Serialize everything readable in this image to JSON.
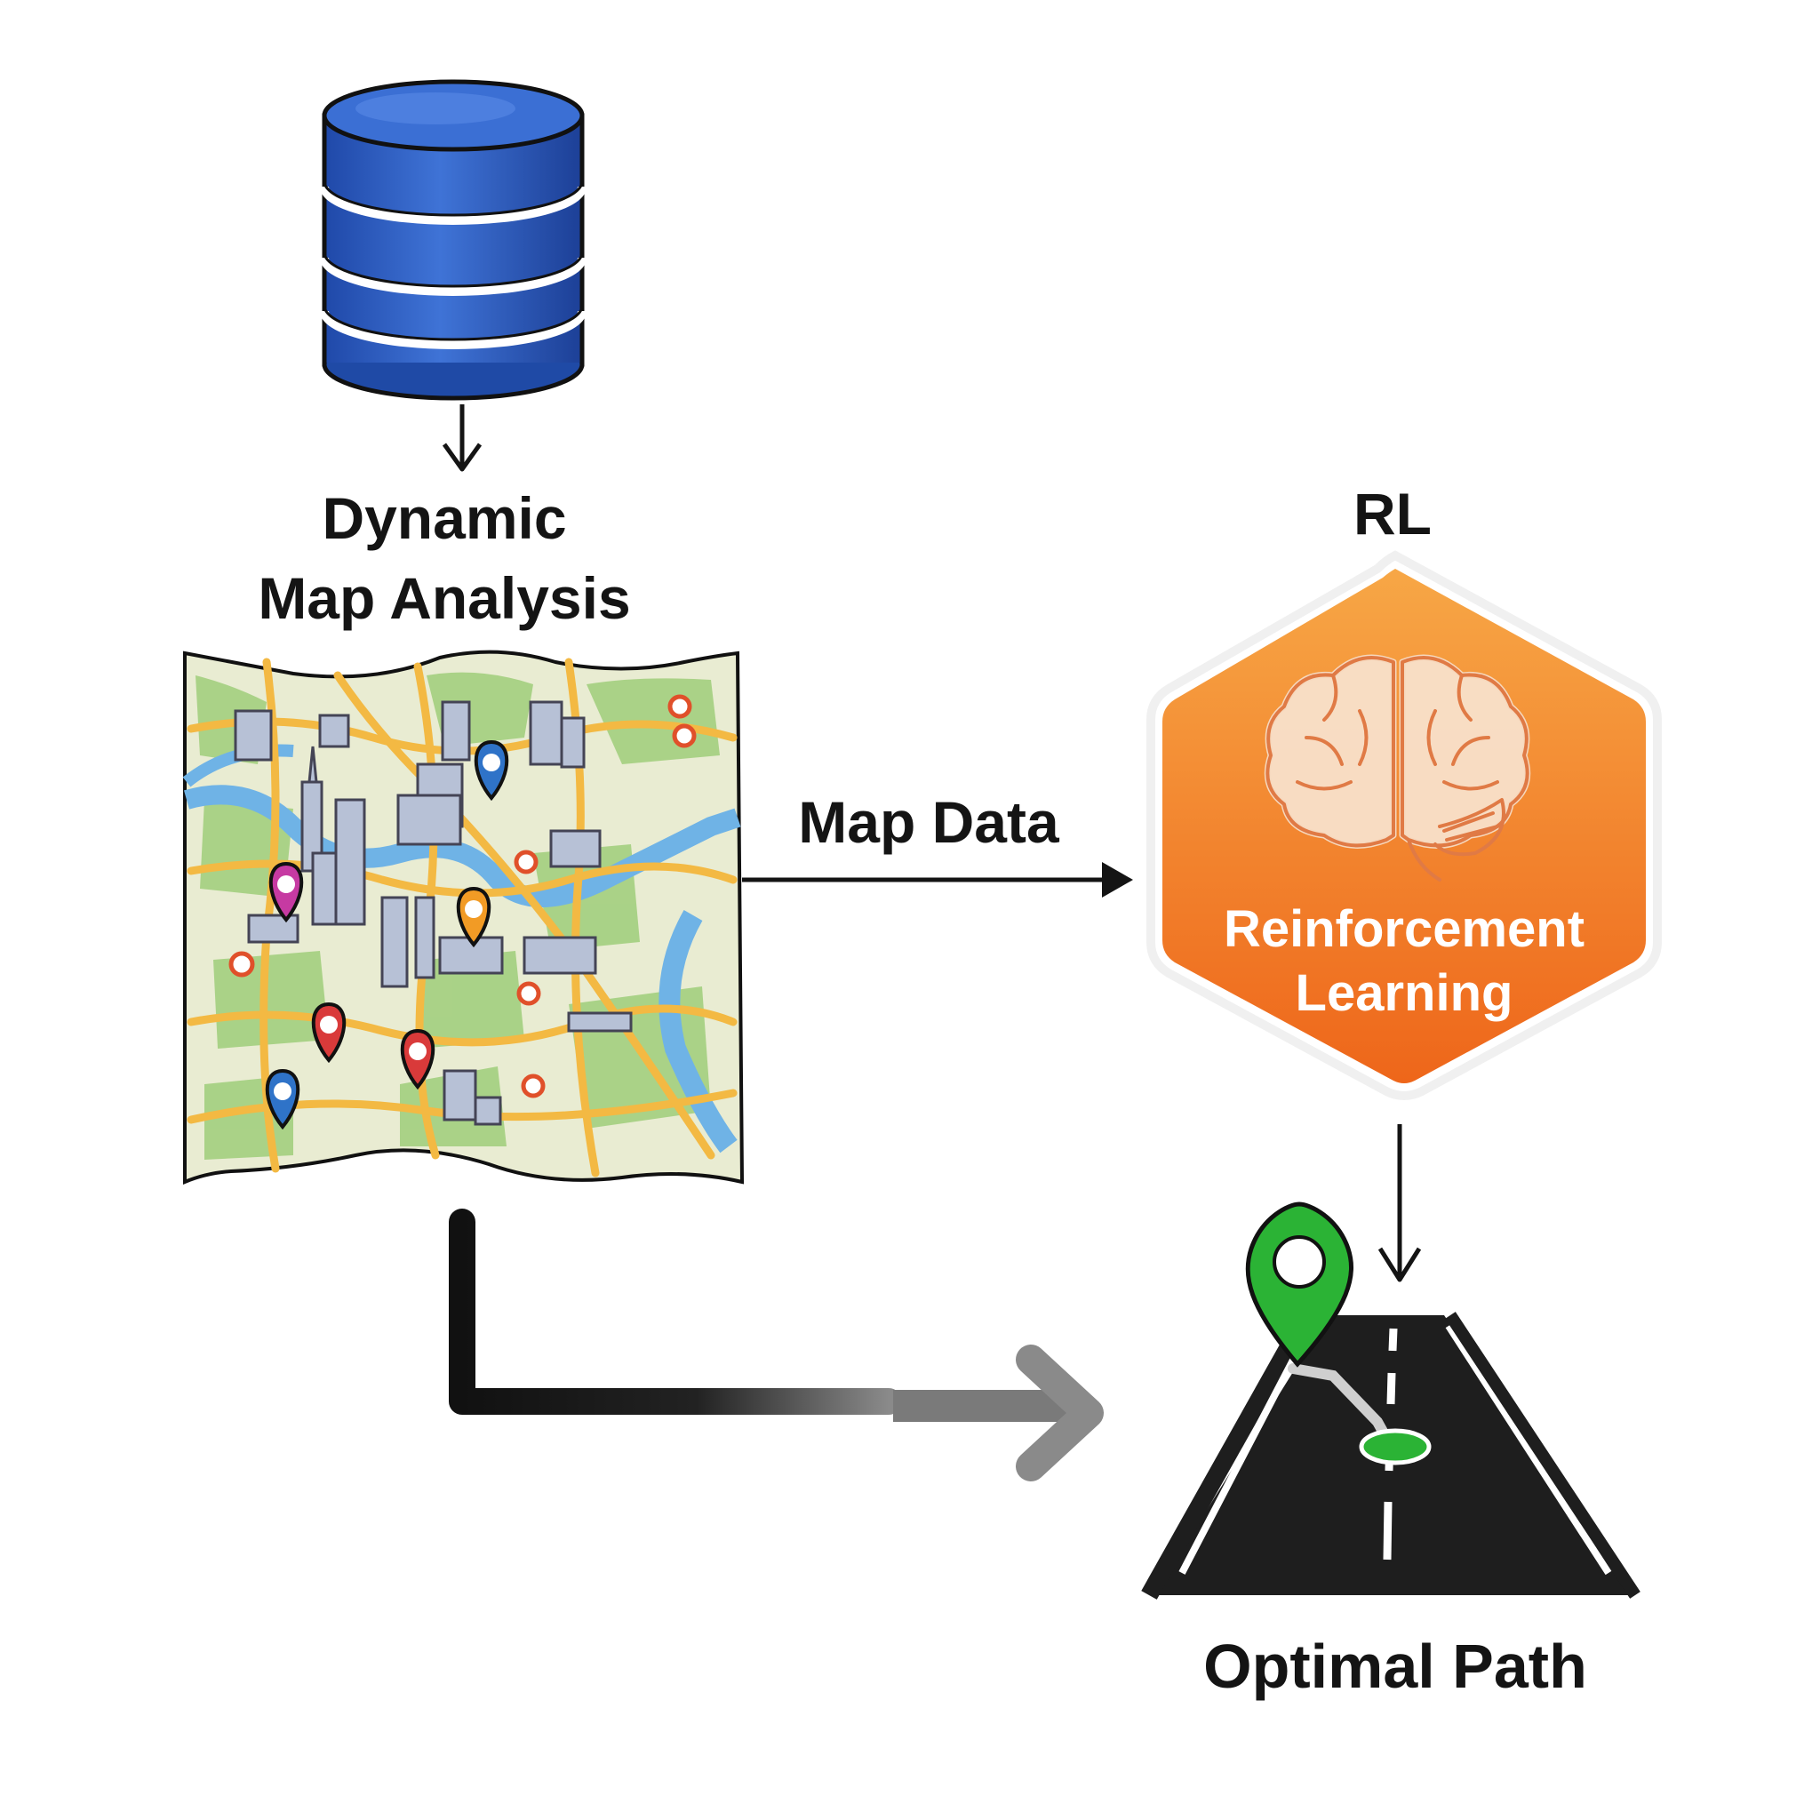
{
  "nodes": {
    "map_analysis": {
      "line1": "Dynamic",
      "line2": "Map Analysis"
    },
    "rl": {
      "title": "RL",
      "box_line1": "Reinforcement",
      "box_line2": "Learning"
    },
    "optimal_path": {
      "label": "Optimal Path"
    }
  },
  "edges": {
    "map_data": {
      "label": "Map Data"
    }
  },
  "icons": [
    "database-icon",
    "city-map-icon",
    "brain-icon",
    "road-icon",
    "location-pin-icon"
  ],
  "colors": {
    "database": "#2f5fbf",
    "hexagon_top": "#f6a040",
    "hexagon_bottom": "#f06c1c",
    "pin_green": "#2bb335",
    "road": "#1e1e1e",
    "arrow": "#141414"
  }
}
